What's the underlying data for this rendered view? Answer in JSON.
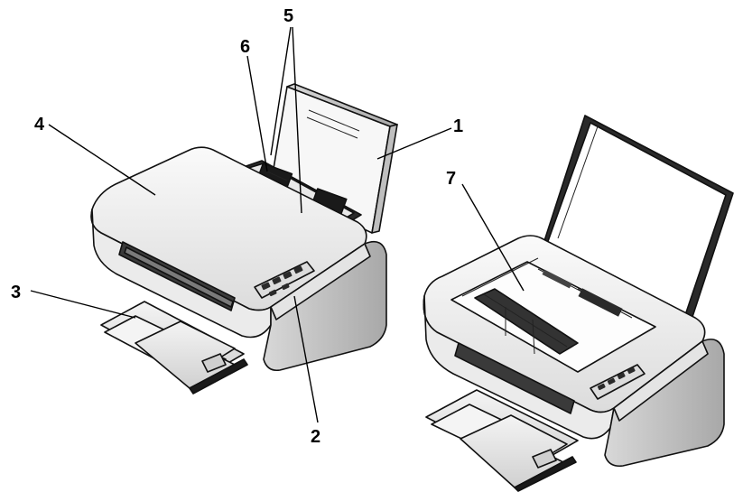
{
  "callouts": [
    {
      "id": "1",
      "label": "1"
    },
    {
      "id": "2",
      "label": "2"
    },
    {
      "id": "3",
      "label": "3"
    },
    {
      "id": "4",
      "label": "4"
    },
    {
      "id": "5",
      "label": "5"
    },
    {
      "id": "6",
      "label": "6"
    },
    {
      "id": "7",
      "label": "7"
    }
  ],
  "colors": {
    "body": "#f2f2f2",
    "body_shadow": "#cfcfcf",
    "dark_trim": "#9a9a9a",
    "glass": "#ffffff",
    "ink": "#000000"
  },
  "icons": [
    "printer-front-view",
    "printer-scanner-open-view"
  ]
}
